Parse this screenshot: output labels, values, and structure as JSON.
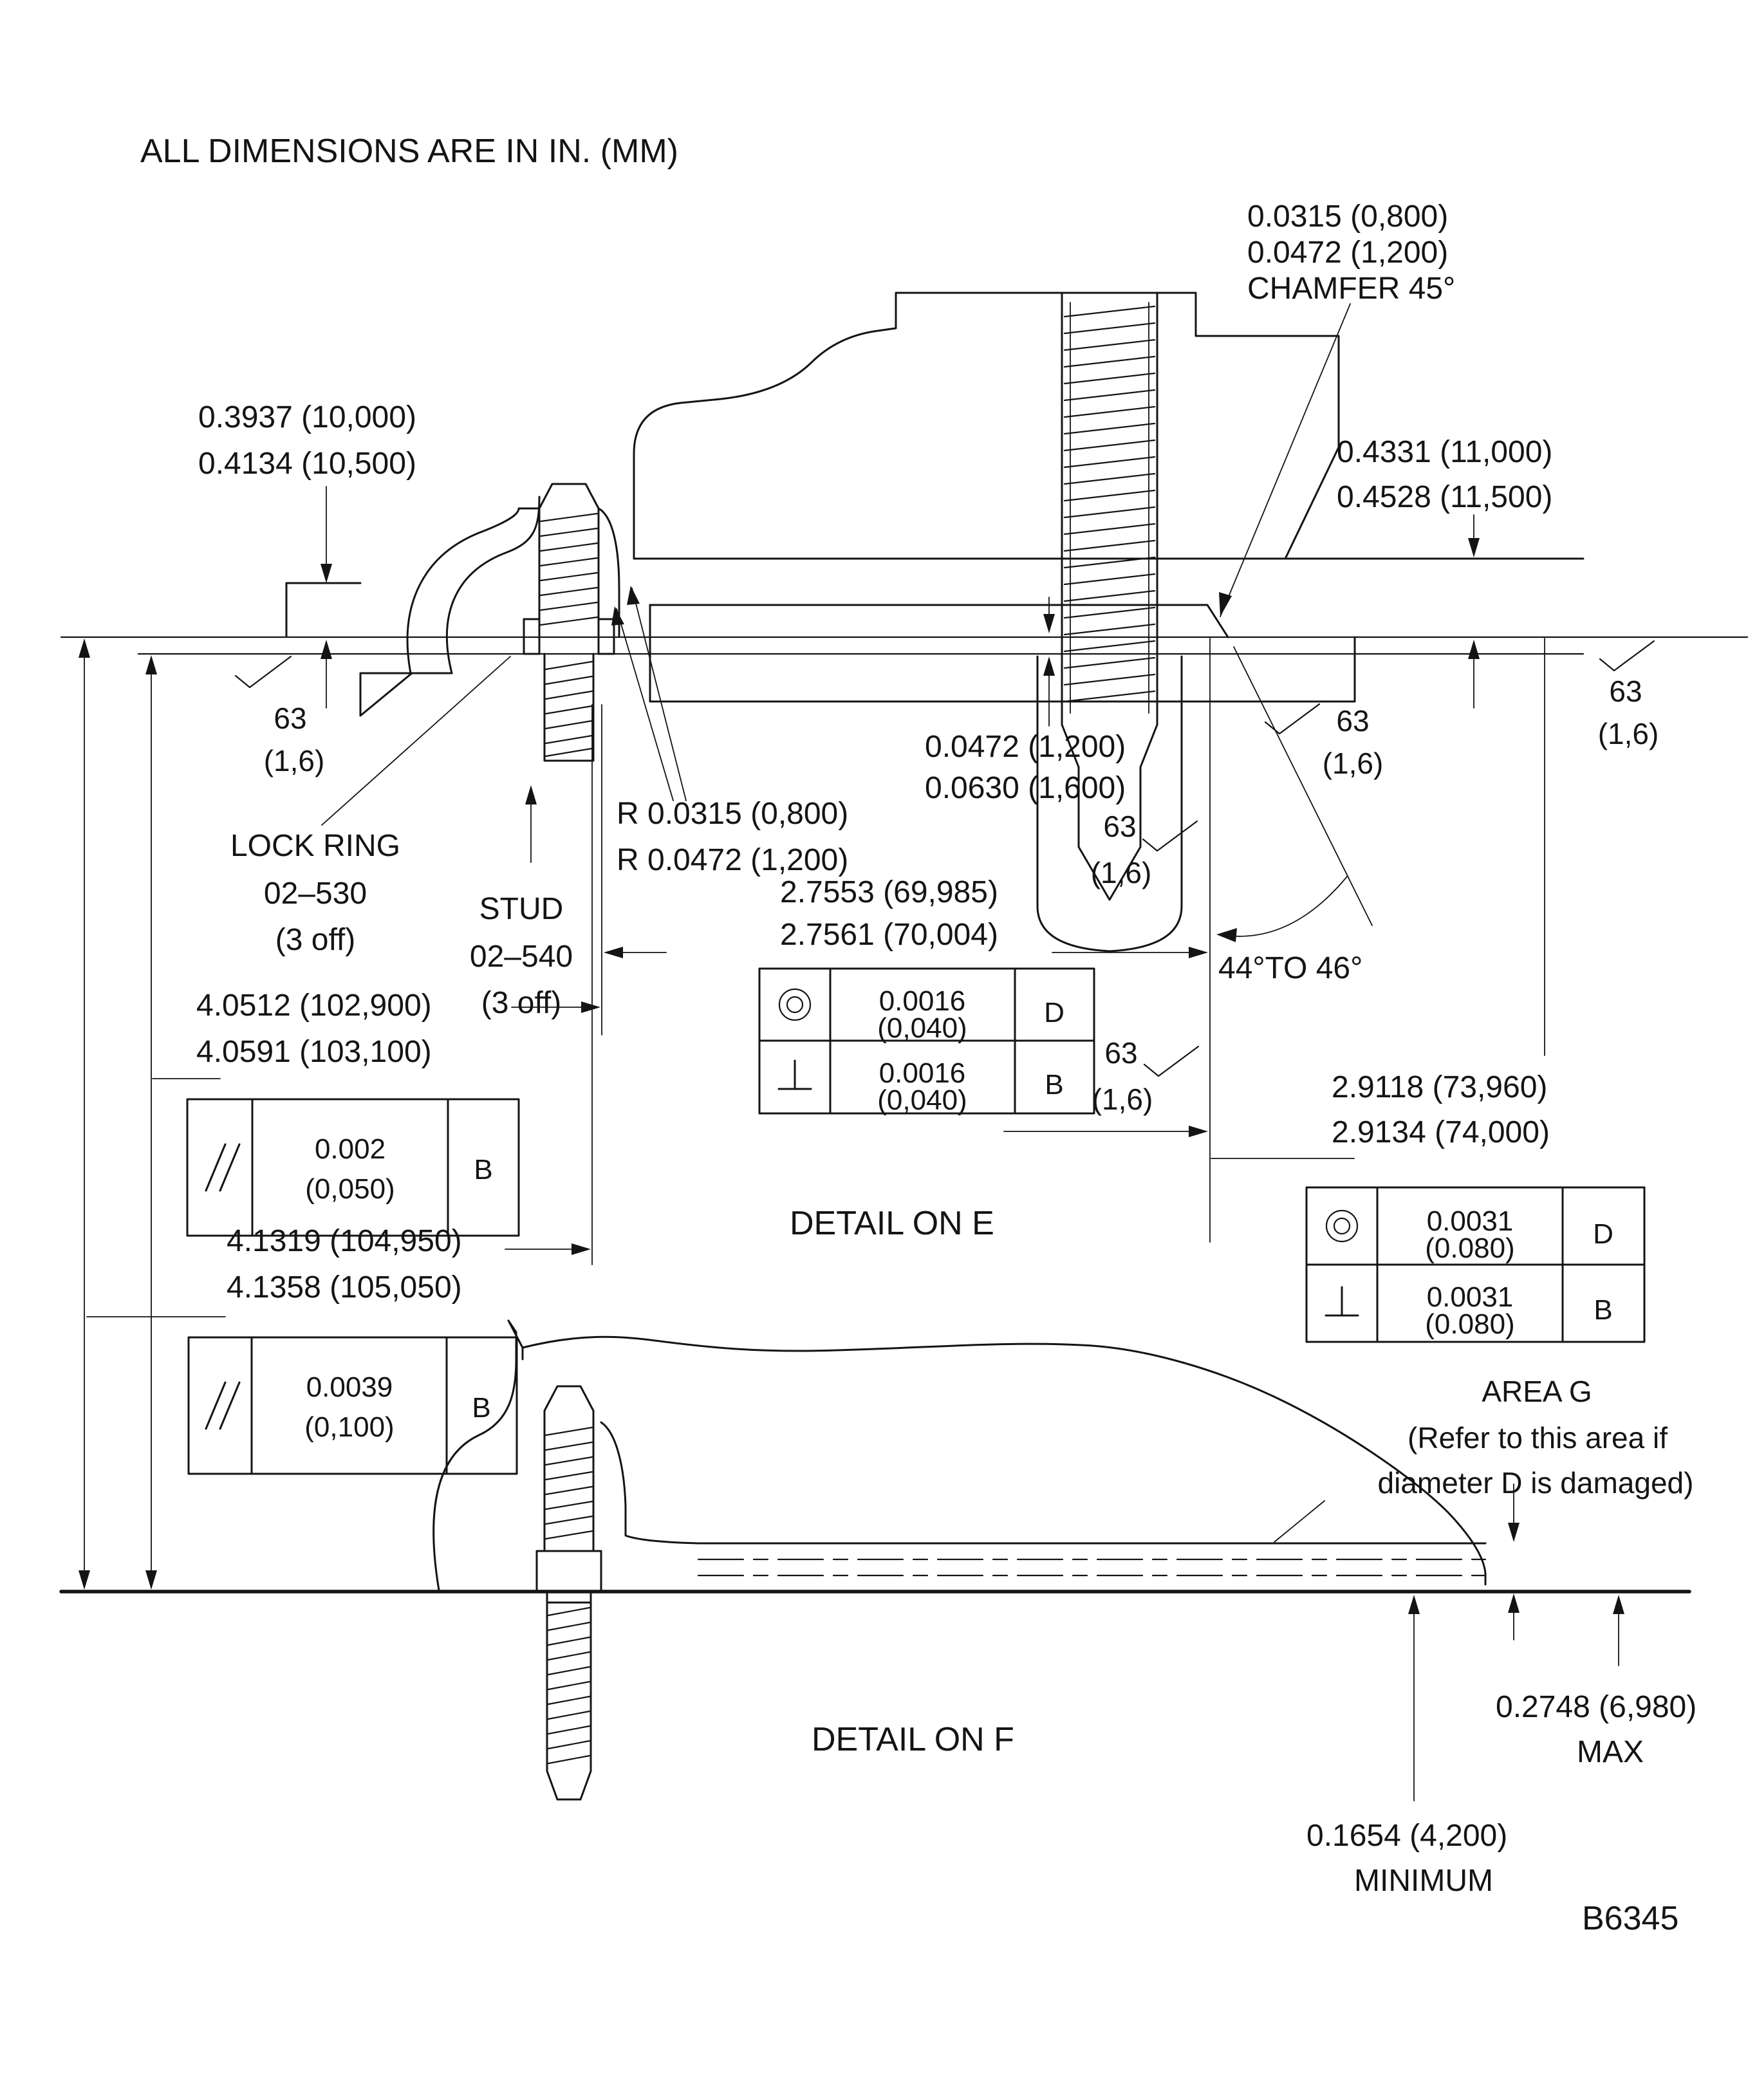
{
  "page": {
    "note": "ALL DIMENSIONS ARE IN IN. (MM)",
    "drawing_number": "B6345"
  },
  "finish": {
    "value": "63",
    "metric": "(1,6)"
  },
  "detail_e": {
    "title": "DETAIL ON E",
    "chamfer": [
      "0.0315 (0,800)",
      "0.0472 (1,200)",
      "CHAMFER 45°"
    ],
    "left_depth": [
      "0.3937 (10,000)",
      "0.4134 (10,500)"
    ],
    "right_depth": [
      "0.4331 (11,000)",
      "0.4528 (11,500)"
    ],
    "lock_ring": [
      "LOCK RING",
      "02–530",
      "(3 off)"
    ],
    "stud": [
      "STUD",
      "02–540",
      "(3 off)"
    ],
    "radius": [
      "R 0.0315 (0,800)",
      "R 0.0472 (1,200)"
    ],
    "step": [
      "0.0472 (1,200)",
      "0.0630 (1,600)"
    ],
    "bore": [
      "2.7553 (69,985)",
      "2.7561 (70,004)"
    ],
    "angle": "44°TO 46°",
    "hub_dia_inner": [
      "4.0512 (102,900)",
      "4.0591 (103,100)"
    ],
    "hub_dia_outer": [
      "4.1319 (104,950)",
      "4.1358 (105,050)"
    ],
    "pilot_dia": [
      "2.9118 (73,960)",
      "2.9134 (74,000)"
    ]
  },
  "detail_f": {
    "title": "DETAIL ON F",
    "area_g": [
      "AREA G",
      "(Refer to this area if",
      "diameter D is damaged)"
    ],
    "max": [
      "0.2748 (6,980)",
      "MAX"
    ],
    "min": [
      "0.1654 (4,200)",
      "MINIMUM"
    ]
  },
  "fcf": {
    "parallel_e": {
      "tol": "0.002",
      "tol_mm": "(0,050)",
      "datum": "B"
    },
    "parallel_f": {
      "tol": "0.0039",
      "tol_mm": "(0,100)",
      "datum": "B"
    },
    "combo_e": {
      "r1_tol": "0.0016",
      "r1_mm": "(0,040)",
      "r1_datum": "D",
      "r2_tol": "0.0016",
      "r2_mm": "(0,040)",
      "r2_datum": "B"
    },
    "combo_f": {
      "r1_tol": "0.0031",
      "r1_mm": "(0.080)",
      "r1_datum": "D",
      "r2_tol": "0.0031",
      "r2_mm": "(0.080)",
      "r2_datum": "B"
    }
  }
}
